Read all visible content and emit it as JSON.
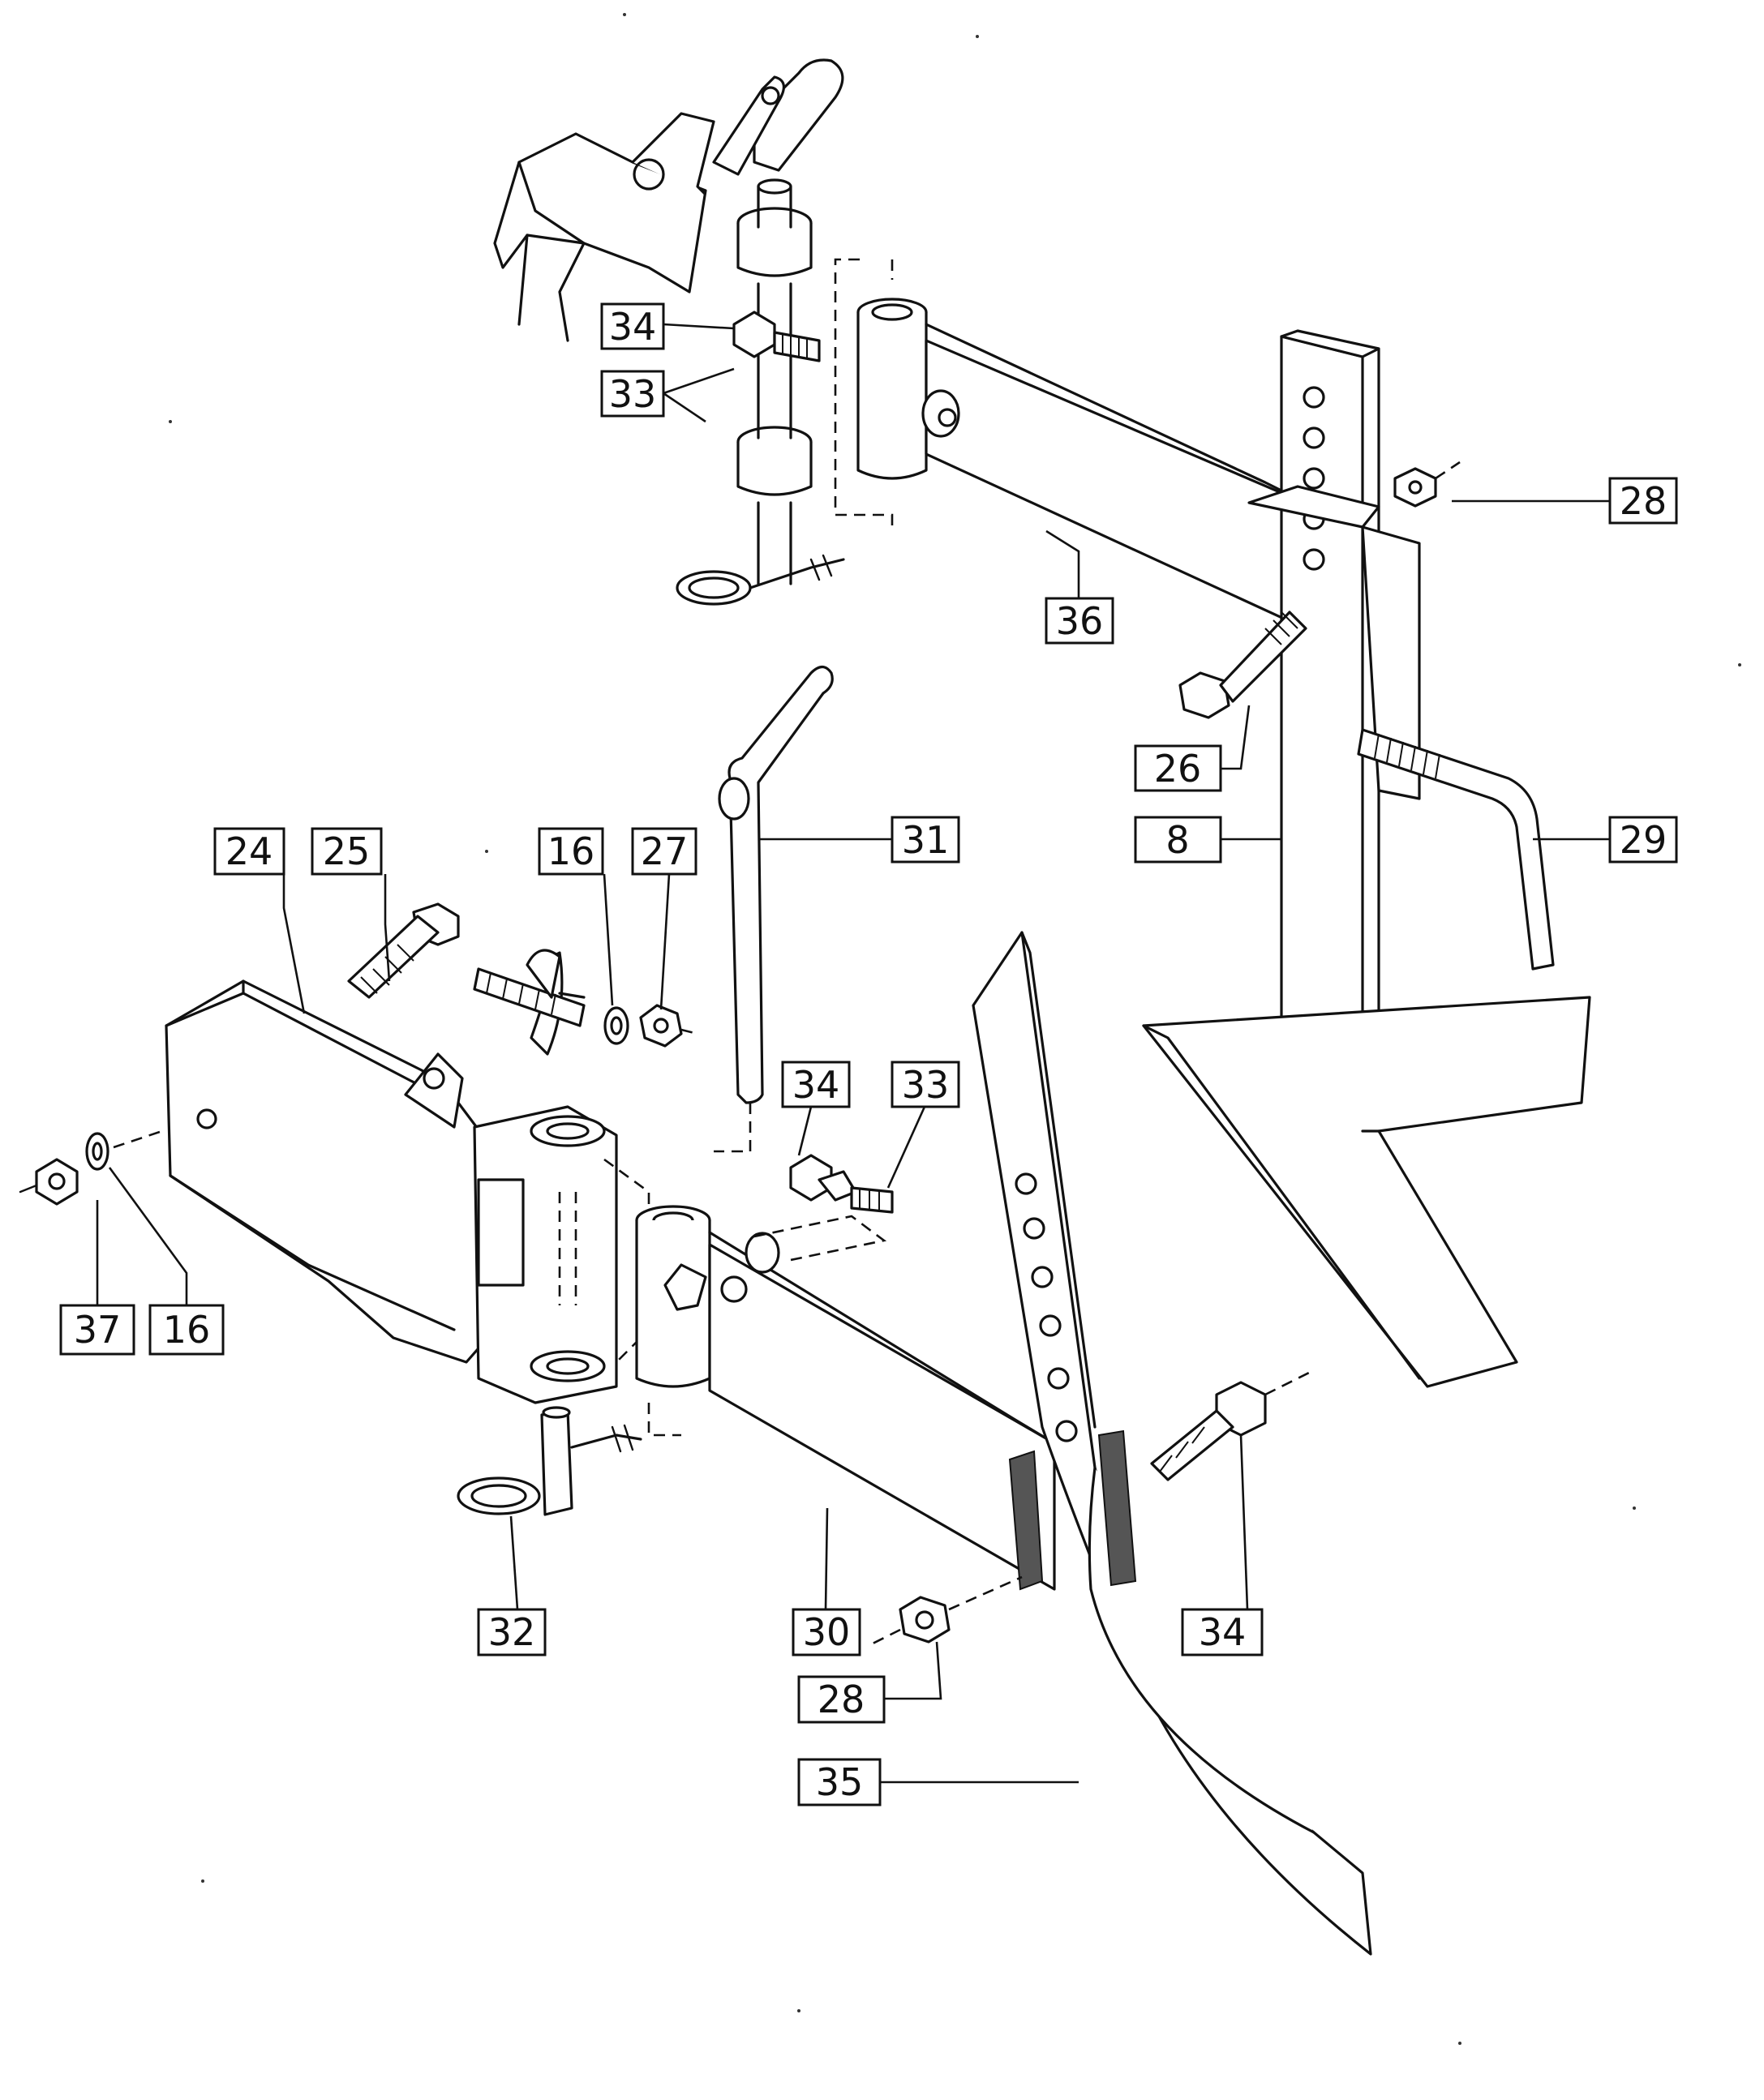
{
  "callouts": [
    {
      "id": "c34a",
      "label": "34"
    },
    {
      "id": "c33a",
      "label": "33"
    },
    {
      "id": "c28a",
      "label": "28"
    },
    {
      "id": "c36",
      "label": "36"
    },
    {
      "id": "c26",
      "label": "26"
    },
    {
      "id": "c8",
      "label": "8"
    },
    {
      "id": "c29",
      "label": "29"
    },
    {
      "id": "c31",
      "label": "31"
    },
    {
      "id": "c24",
      "label": "24"
    },
    {
      "id": "c25",
      "label": "25"
    },
    {
      "id": "c16a",
      "label": "16"
    },
    {
      "id": "c27",
      "label": "27"
    },
    {
      "id": "c34b",
      "label": "34"
    },
    {
      "id": "c33b",
      "label": "33"
    },
    {
      "id": "c37",
      "label": "37"
    },
    {
      "id": "c16b",
      "label": "16"
    },
    {
      "id": "c32",
      "label": "32"
    },
    {
      "id": "c30",
      "label": "30"
    },
    {
      "id": "c34c",
      "label": "34"
    },
    {
      "id": "c28b",
      "label": "28"
    },
    {
      "id": "c35",
      "label": "35"
    }
  ],
  "parts_depicted": [
    "hitch-bracket",
    "tine-arm",
    "tine-shank",
    "sweep-blade",
    "pivot-pin",
    "bolt",
    "nut",
    "washer",
    "lynch-pin",
    "handle-rod",
    "spring"
  ]
}
